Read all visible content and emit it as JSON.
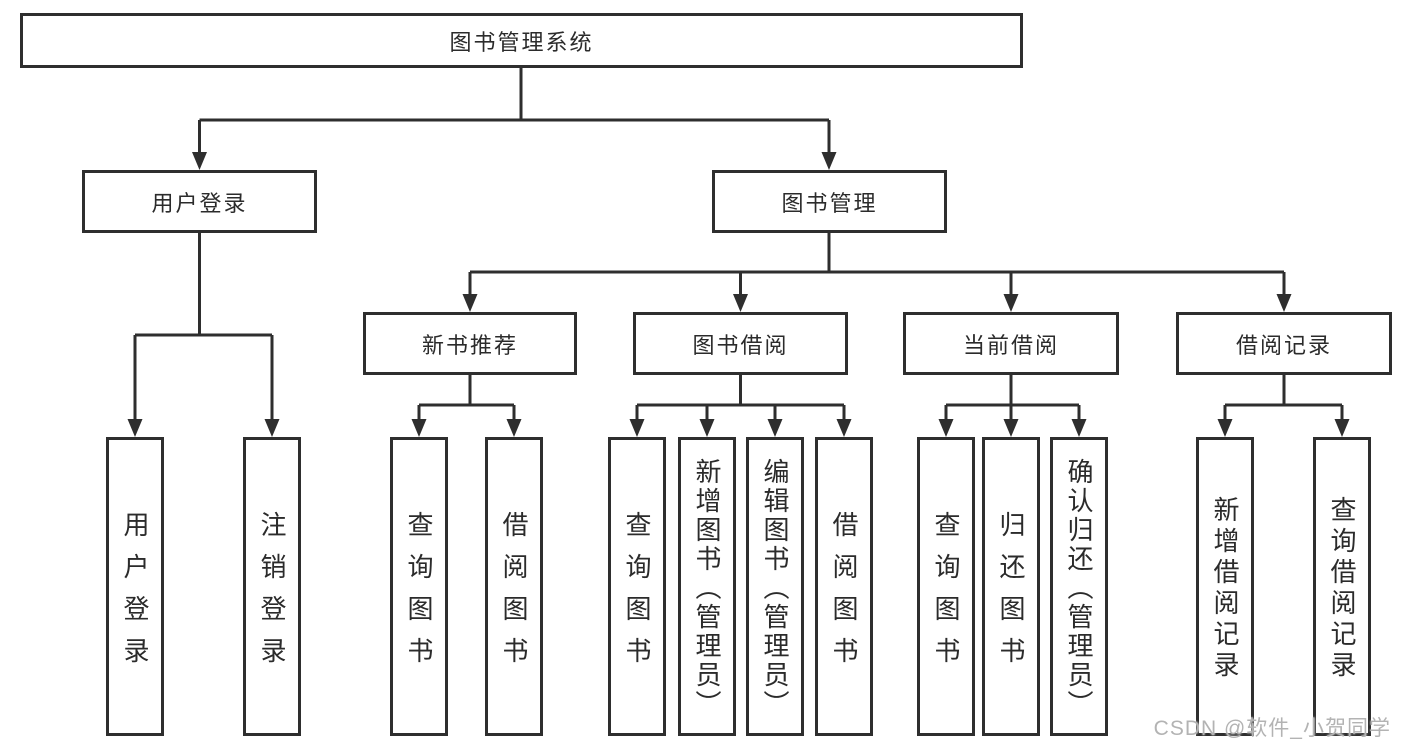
{
  "root": {
    "label": "图书管理系统"
  },
  "tree": [
    {
      "label": "用户登录",
      "children": [
        {
          "label": "用户登录"
        },
        {
          "label": "注销登录"
        }
      ]
    },
    {
      "label": "图书管理",
      "children": [
        {
          "label": "新书推荐",
          "children": [
            {
              "label": "查询图书"
            },
            {
              "label": "借阅图书"
            }
          ]
        },
        {
          "label": "图书借阅",
          "children": [
            {
              "label": "查询图书"
            },
            {
              "label": "新增图书（管理员）"
            },
            {
              "label": "编辑图书（管理员）"
            },
            {
              "label": "借阅图书"
            }
          ]
        },
        {
          "label": "当前借阅",
          "children": [
            {
              "label": "查询图书"
            },
            {
              "label": "归还图书"
            },
            {
              "label": "确认归还（管理员）"
            }
          ]
        },
        {
          "label": "借阅记录",
          "children": [
            {
              "label": "新增借阅记录"
            },
            {
              "label": "查询借阅记录"
            }
          ]
        }
      ]
    }
  ],
  "watermark": "CSDN @软件_小贺同学",
  "colors": {
    "line": "#2e2e2e",
    "text": "#2b2b2b",
    "background": "#ffffff",
    "watermark": "#b3b3b3"
  }
}
